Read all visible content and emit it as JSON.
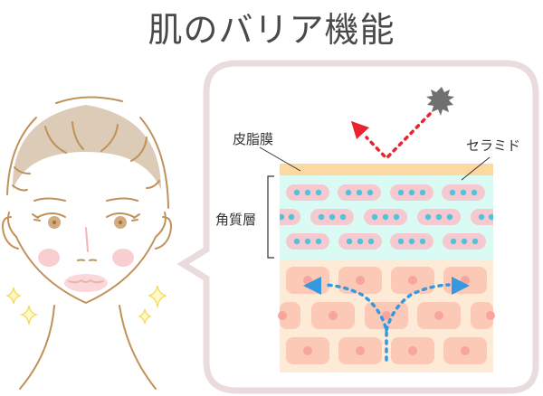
{
  "title": "肌のバリア機能",
  "labels": {
    "sebum_film": "皮脂膜",
    "ceramide": "セラミド",
    "stratum_corneum": "角質層"
  },
  "icons": [
    "face-illustration",
    "sparkle-icon",
    "irritant-burst-icon",
    "reflect-arrow-icon",
    "moisture-arrow-icon"
  ],
  "colors": {
    "sebum": "#fcd9a0",
    "stratum": "#d9fbf4",
    "corneocyte": "#f6c8cf",
    "ceramide_dot": "#4fc3d9",
    "cell_layer_bg": "#fdebd8",
    "cell": "#fbc9b5",
    "nucleus": "#f7a59e",
    "reflect_arrow": "#e8242e",
    "moisture_arrow": "#3598e0",
    "bubble_border": "#eadcdc",
    "irritant": "#707070"
  }
}
